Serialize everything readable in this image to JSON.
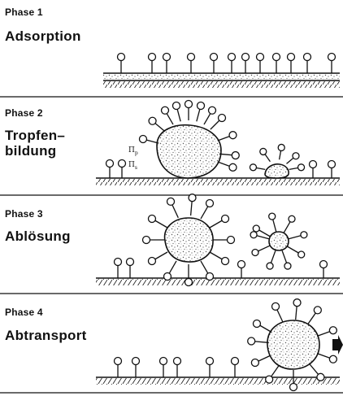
{
  "phases": [
    {
      "label": "Phase 1",
      "title": "Adsorption"
    },
    {
      "label": "Phase 2",
      "title_line1": "Tropfen–",
      "title_line2": "bildung",
      "symbol_p": "Π",
      "symbol_p_sub": "p",
      "symbol_s": "Π",
      "symbol_s_sub": "s"
    },
    {
      "label": "Phase 3",
      "title": "Ablösung"
    },
    {
      "label": "Phase 4",
      "title": "Abtransport"
    }
  ],
  "colors": {
    "ink": "#111111",
    "background": "#ffffff",
    "oil_speckle": "#555555"
  }
}
